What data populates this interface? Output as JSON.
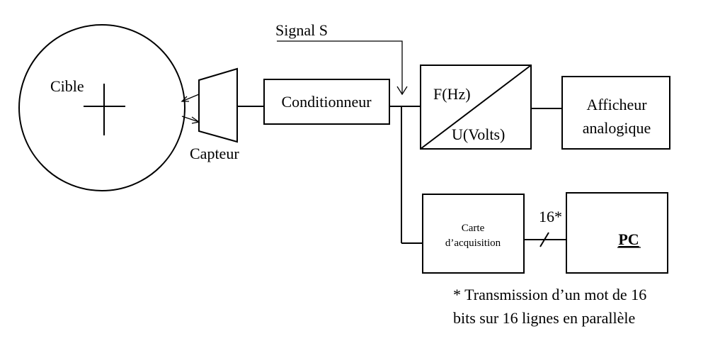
{
  "labels": {
    "signal": "Signal S",
    "cible": "Cible",
    "capteur": "Capteur",
    "conditionneur": "Conditionneur",
    "converter_top": "F(Hz)",
    "converter_bottom": "U(Volts)",
    "afficheur_line1": "Afficheur",
    "afficheur_line2": "analogique",
    "carte_line1": "Carte",
    "carte_line2": "d’acquisition",
    "pc": "PC",
    "bus_width": "16*",
    "footnote_line1": "* Transmission d’un mot de 16",
    "footnote_line2": "bits sur 16 lignes en parallèle"
  }
}
